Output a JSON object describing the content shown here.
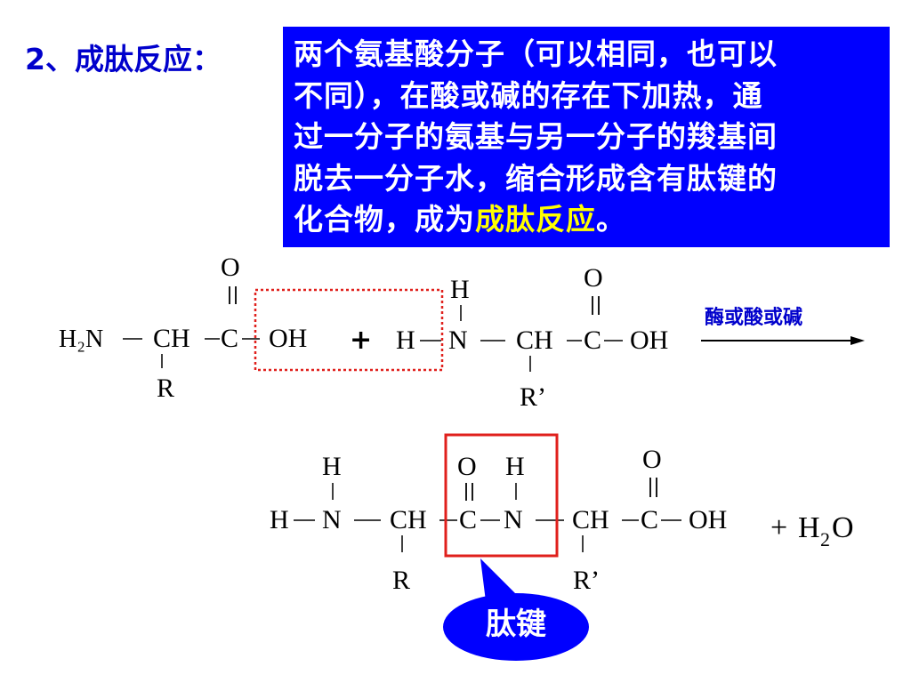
{
  "heading": "2、成肽反应：",
  "definition": {
    "lines": [
      "两个氨基酸分子（可以相同，也可以",
      "不同），在酸或碱的存在下加热，通",
      "过一分子的氨基与另一分子的羧基间",
      "脱去一分子水，缩合形成含有肽键的"
    ],
    "last_prefix": "化合物，成为",
    "last_highlight": "成肽反应",
    "last_suffix": "。"
  },
  "reaction1": {
    "mol1": {
      "amine": "H₂N",
      "ch": "CH",
      "c": "C",
      "o": "O",
      "oh": "OH",
      "r": "R"
    },
    "plus": "+",
    "mol2": {
      "h_left": "H",
      "h_top": "H",
      "n": "N",
      "ch": "CH",
      "c": "C",
      "o": "O",
      "oh": "OH",
      "r": "R’"
    },
    "condition": "酶或酸或碱"
  },
  "product": {
    "h_left": "H",
    "h_top": "H",
    "n": "N",
    "ch": "CH",
    "r": "R",
    "peptide": {
      "o": "O",
      "h": "H",
      "c": "C",
      "n": "N"
    },
    "ch2": "CH",
    "r2": "R’",
    "c2": "C",
    "o2": "O",
    "oh": "OH",
    "water_plus": "+",
    "water_h": "H",
    "water_sub": "2",
    "water_o": "O"
  },
  "bubble_label": "肽键",
  "colors": {
    "box": "#0000ff",
    "highlight": "#ffff00",
    "heading": "#0000cc",
    "marker": "#e0201c",
    "bubble": "#0000ff"
  }
}
